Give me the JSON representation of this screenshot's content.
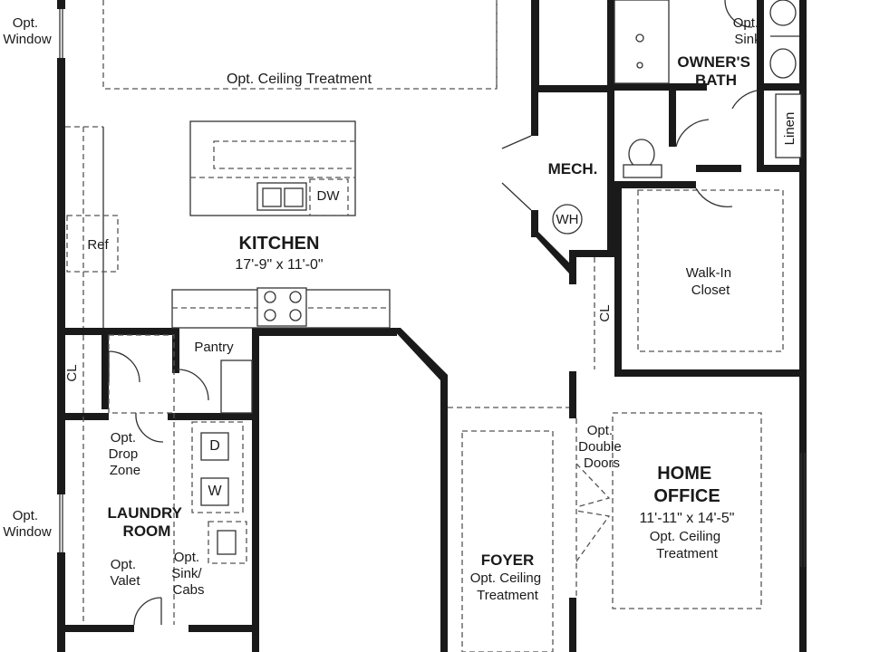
{
  "labels": {
    "opt_window_top": [
      "Opt.",
      "Window"
    ],
    "opt_window_left": [
      "Opt.",
      "Window"
    ],
    "opt_ceiling_top": "Opt. Ceiling Treatment",
    "owners_bath": [
      "OWNER'S",
      "BATH"
    ],
    "opt_sink_bath": [
      "Opt.",
      "Sink"
    ],
    "linen": "Linen",
    "mech": "MECH.",
    "wh": "WH",
    "dw": "DW",
    "ref": "Ref",
    "kitchen_title": "KITCHEN",
    "kitchen_dims": "17'-9\" x 11'-0\"",
    "walkin": [
      "Walk-In",
      "Closet"
    ],
    "cl_left": "CL",
    "cl_right": "CL",
    "pantry": "Pantry",
    "opt_drop_zone": [
      "Opt.",
      "Drop",
      "Zone"
    ],
    "dryer": "D",
    "washer": "W",
    "laundry": [
      "LAUNDRY",
      "ROOM"
    ],
    "opt_valet": [
      "Opt.",
      "Valet"
    ],
    "opt_sink_cabs": [
      "Opt.",
      "Sink/",
      "Cabs"
    ],
    "foyer": "FOYER",
    "foyer_ceiling": [
      "Opt. Ceiling",
      "Treatment"
    ],
    "opt_double_doors": [
      "Opt.",
      "Double",
      "Doors"
    ],
    "home_office": [
      "HOME",
      "OFFICE"
    ],
    "office_dims": "11'-11\" x 14'-5\"",
    "office_ceiling": [
      "Opt. Ceiling",
      "Treatment"
    ]
  }
}
